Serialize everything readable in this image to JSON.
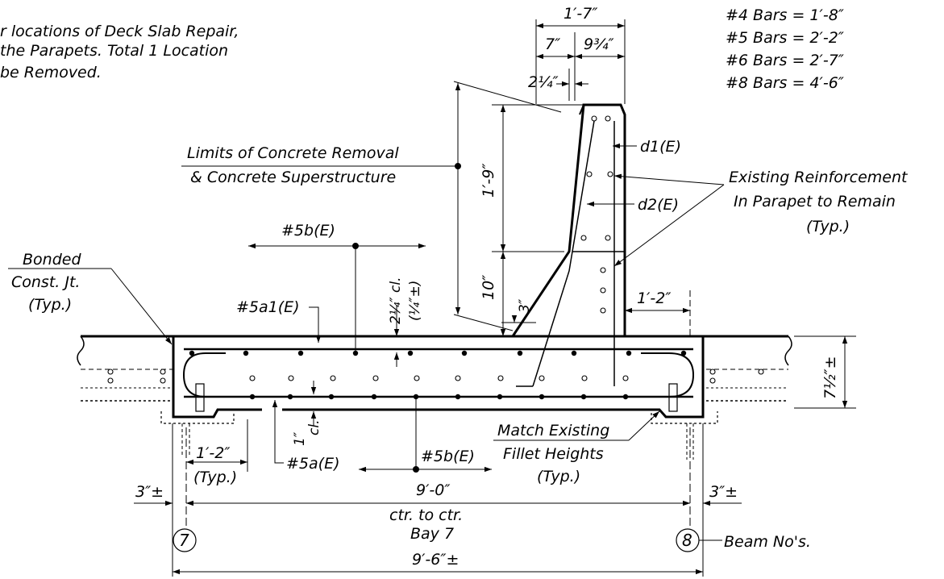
{
  "notes": {
    "line1": "r locations of Deck Slab Repair,",
    "line2": "the Parapets. Total 1 Location",
    "line3": "be Removed."
  },
  "lap_table": {
    "r4": "#4 Bars = 1′-8″",
    "r5": "#5 Bars = 2′-2″",
    "r6": "#6 Bars = 2′-7″",
    "r8": "#8 Bars = 4′-6″"
  },
  "dims": {
    "parapet_width": "1′-7″",
    "parapet_left": "7″",
    "parapet_right": "9¾″",
    "batter": "2¼″",
    "upper_height": "1′-9″",
    "lower_height": "10″",
    "chamfer": "3″",
    "overhang": "1′-2″",
    "top_clear": "2¼″ cl.",
    "top_cover": "(¼″±)",
    "bottom_clear": "1″",
    "bottom_clear_unit": "cl.",
    "deck_thickness": "7½″±",
    "edge_dist": "1′-2″",
    "edge_dist_note": "(Typ.)",
    "left_offset": "3″±",
    "right_offset": "3″±",
    "bay_spacing": "9′-0″",
    "ctr_note": "ctr. to ctr.",
    "bay_name": "Bay 7",
    "total_width": "9′-6″±"
  },
  "labels": {
    "limits1": "Limits of Concrete Removal",
    "limits2": "& Concrete Superstructure",
    "d1": "d1(E)",
    "d2": "d2(E)",
    "exist1": "Existing Reinforcement",
    "exist2": "In Parapet to Remain",
    "exist3": "(Typ.)",
    "bonded1": "Bonded",
    "bonded2": "Const. Jt.",
    "bonded3": "(Typ.)",
    "bar5b_top": "#5b(E)",
    "bar5a1": "#5a1(E)",
    "bar5a": "#5a(E)",
    "bar5b_bot": "#5b(E)",
    "match1": "Match Existing",
    "match2": "Fillet Heights",
    "match3": "(Typ.)",
    "beam7": "7",
    "beam8": "8",
    "beam_nos": "Beam No's."
  }
}
